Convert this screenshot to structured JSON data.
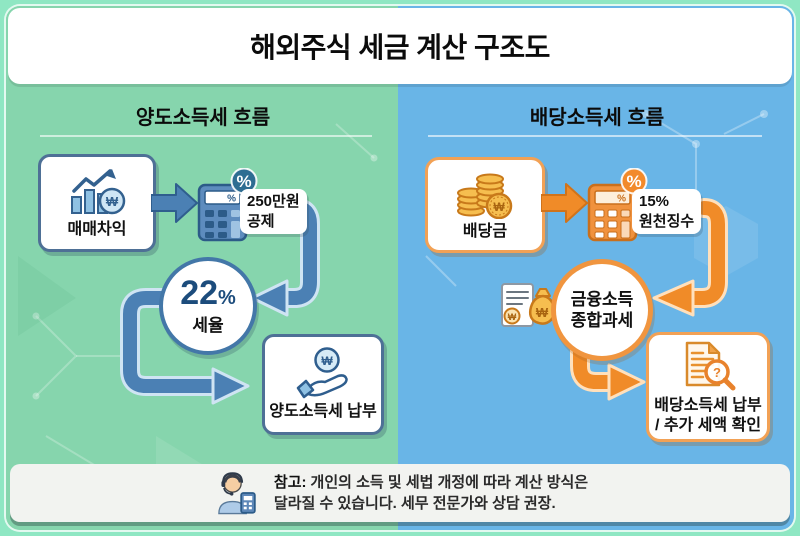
{
  "title": "해외주식 세금 계산 구조도",
  "symbols": {
    "won": "₩",
    "percent": "%",
    "question": "?"
  },
  "left_flow": {
    "header": "양도소득세 흐름",
    "source_label": "매매차익",
    "calc_display": "%",
    "badge": "%",
    "deduction_line1": "250만원",
    "deduction_line2": "공제",
    "rate_number": "22",
    "rate_percent": "%",
    "rate_caption": "세율",
    "result_label": "양도소득세 납부"
  },
  "right_flow": {
    "header": "배당소득세 흐름",
    "source_label": "배당금",
    "calc_display": "%",
    "badge": "%",
    "withholding_line1": "15%",
    "withholding_line2": "원천징수",
    "circle_line1": "금융소득",
    "circle_line2": "종합과세",
    "result_line1": "배당소득세 납부",
    "result_line2": "/ 추가 세액 확인"
  },
  "note": {
    "prefix": "참고:",
    "line1": "개인의 소득 및 세법 개정에 따라 계산 방식은",
    "line2": "달라질 수 있습니다. 세무 전문가와 상담 권장."
  },
  "colors": {
    "frame_mint": "#8FE7C3",
    "left_bg": "#86D5AD",
    "right_bg": "#69B5E7",
    "blue_accent": "#4B80B4",
    "blue_dark": "#2F5E8E",
    "blue_light_outline": "#CFE4F3",
    "navy_text": "#1C4C7C",
    "orange_accent": "#F08B28",
    "orange_dark": "#D0731A",
    "orange_light_outline": "#FFE0BC",
    "gold_coin": "#F6BE4F",
    "note_bg": "#F2F3F0"
  },
  "icons": {
    "growth-chart-icon": "bar chart with rising arrow and won coin",
    "calculator-percent-icon": "calculator with percent badge",
    "hand-coin-icon": "open hand holding won coin",
    "gold-coins-icon": "stacked gold coins with won coin",
    "receipt-moneybag-icon": "document with won money bag",
    "document-magnifier-icon": "tax document with magnifying glass",
    "consultant-headset-icon": "support agent with headset and calculator"
  }
}
